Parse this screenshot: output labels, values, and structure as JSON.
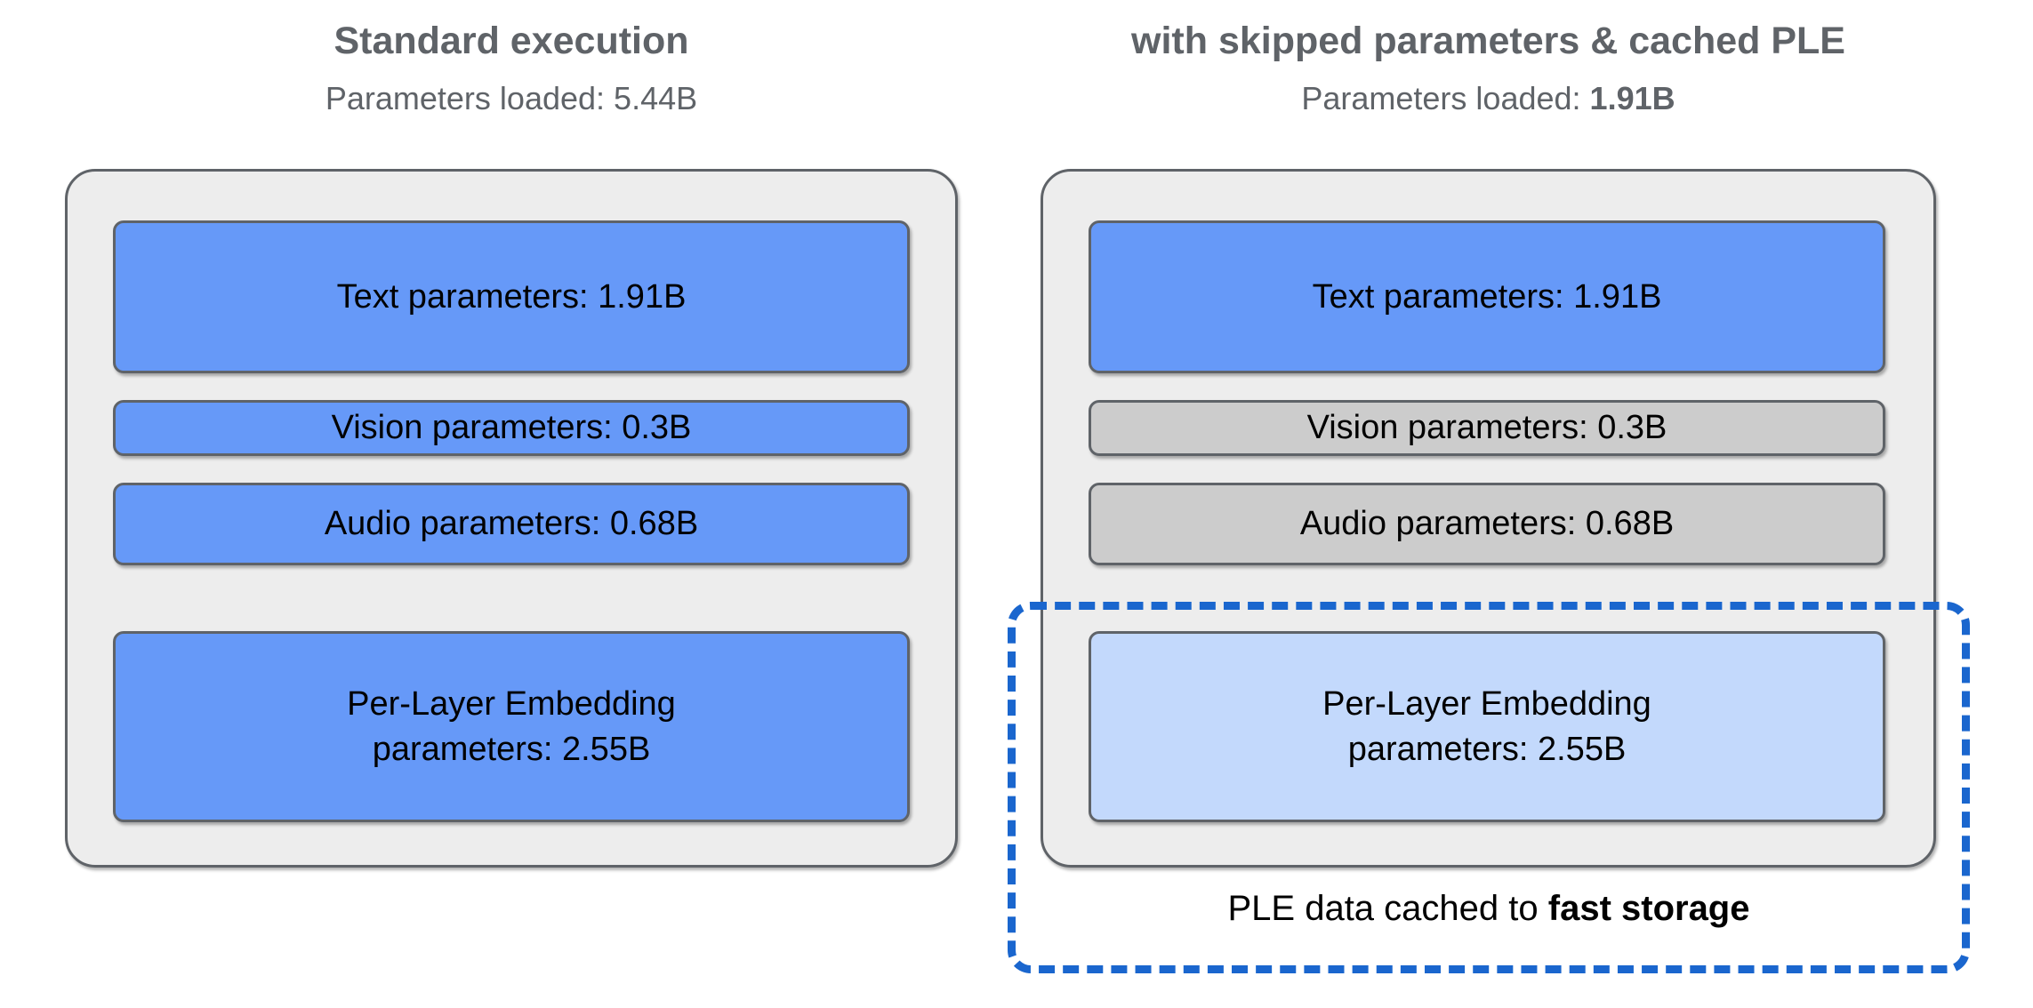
{
  "columns": [
    {
      "id": "standard",
      "title": "Standard execution",
      "subtitle_label": "Parameters loaded: ",
      "subtitle_value": "5.44B",
      "subtitle_value_bold": false,
      "boxes": [
        {
          "name": "text",
          "label": "Text parameters: 1.91B",
          "state": "loaded",
          "color": "#6699f8"
        },
        {
          "name": "vision",
          "label": "Vision parameters: 0.3B",
          "state": "loaded",
          "color": "#6699f8"
        },
        {
          "name": "audio",
          "label": "Audio parameters: 0.68B",
          "state": "loaded",
          "color": "#6699f8"
        },
        {
          "name": "ple",
          "label": "Per-Layer Embedding\nparameters: 2.55B",
          "state": "loaded",
          "color": "#6699f8",
          "line1": "Per-Layer Embedding",
          "line2": "parameters: 2.55B"
        }
      ]
    },
    {
      "id": "optimized",
      "title": "with skipped parameters & cached PLE",
      "subtitle_label": "Parameters loaded: ",
      "subtitle_value": "1.91B",
      "subtitle_value_bold": true,
      "boxes": [
        {
          "name": "text",
          "label": "Text parameters: 1.91B",
          "state": "loaded",
          "color": "#6699f8"
        },
        {
          "name": "vision",
          "label": "Vision parameters: 0.3B",
          "state": "skipped",
          "color": "#cccccc"
        },
        {
          "name": "audio",
          "label": "Audio parameters: 0.68B",
          "state": "skipped",
          "color": "#cccccc"
        },
        {
          "name": "ple",
          "label": "Per-Layer Embedding\nparameters: 2.55B",
          "state": "cached",
          "color": "#c3d9fc",
          "line1": "Per-Layer Embedding",
          "line2": "parameters: 2.55B"
        }
      ]
    }
  ],
  "cache_region": {
    "caption_prefix": "PLE data cached to ",
    "caption_emphasis": "fast storage",
    "border_color": "#1a66ce",
    "border_style": "dashed"
  },
  "palette": {
    "loaded_blue": "#6699f8",
    "cached_light_blue": "#c3d9fc",
    "skipped_gray": "#cccccc",
    "panel_background": "#ededed",
    "outline": "#5f6368",
    "heading_text": "#5f6368",
    "accent_dashed": "#1a66ce",
    "page_background": "#ffffff"
  }
}
